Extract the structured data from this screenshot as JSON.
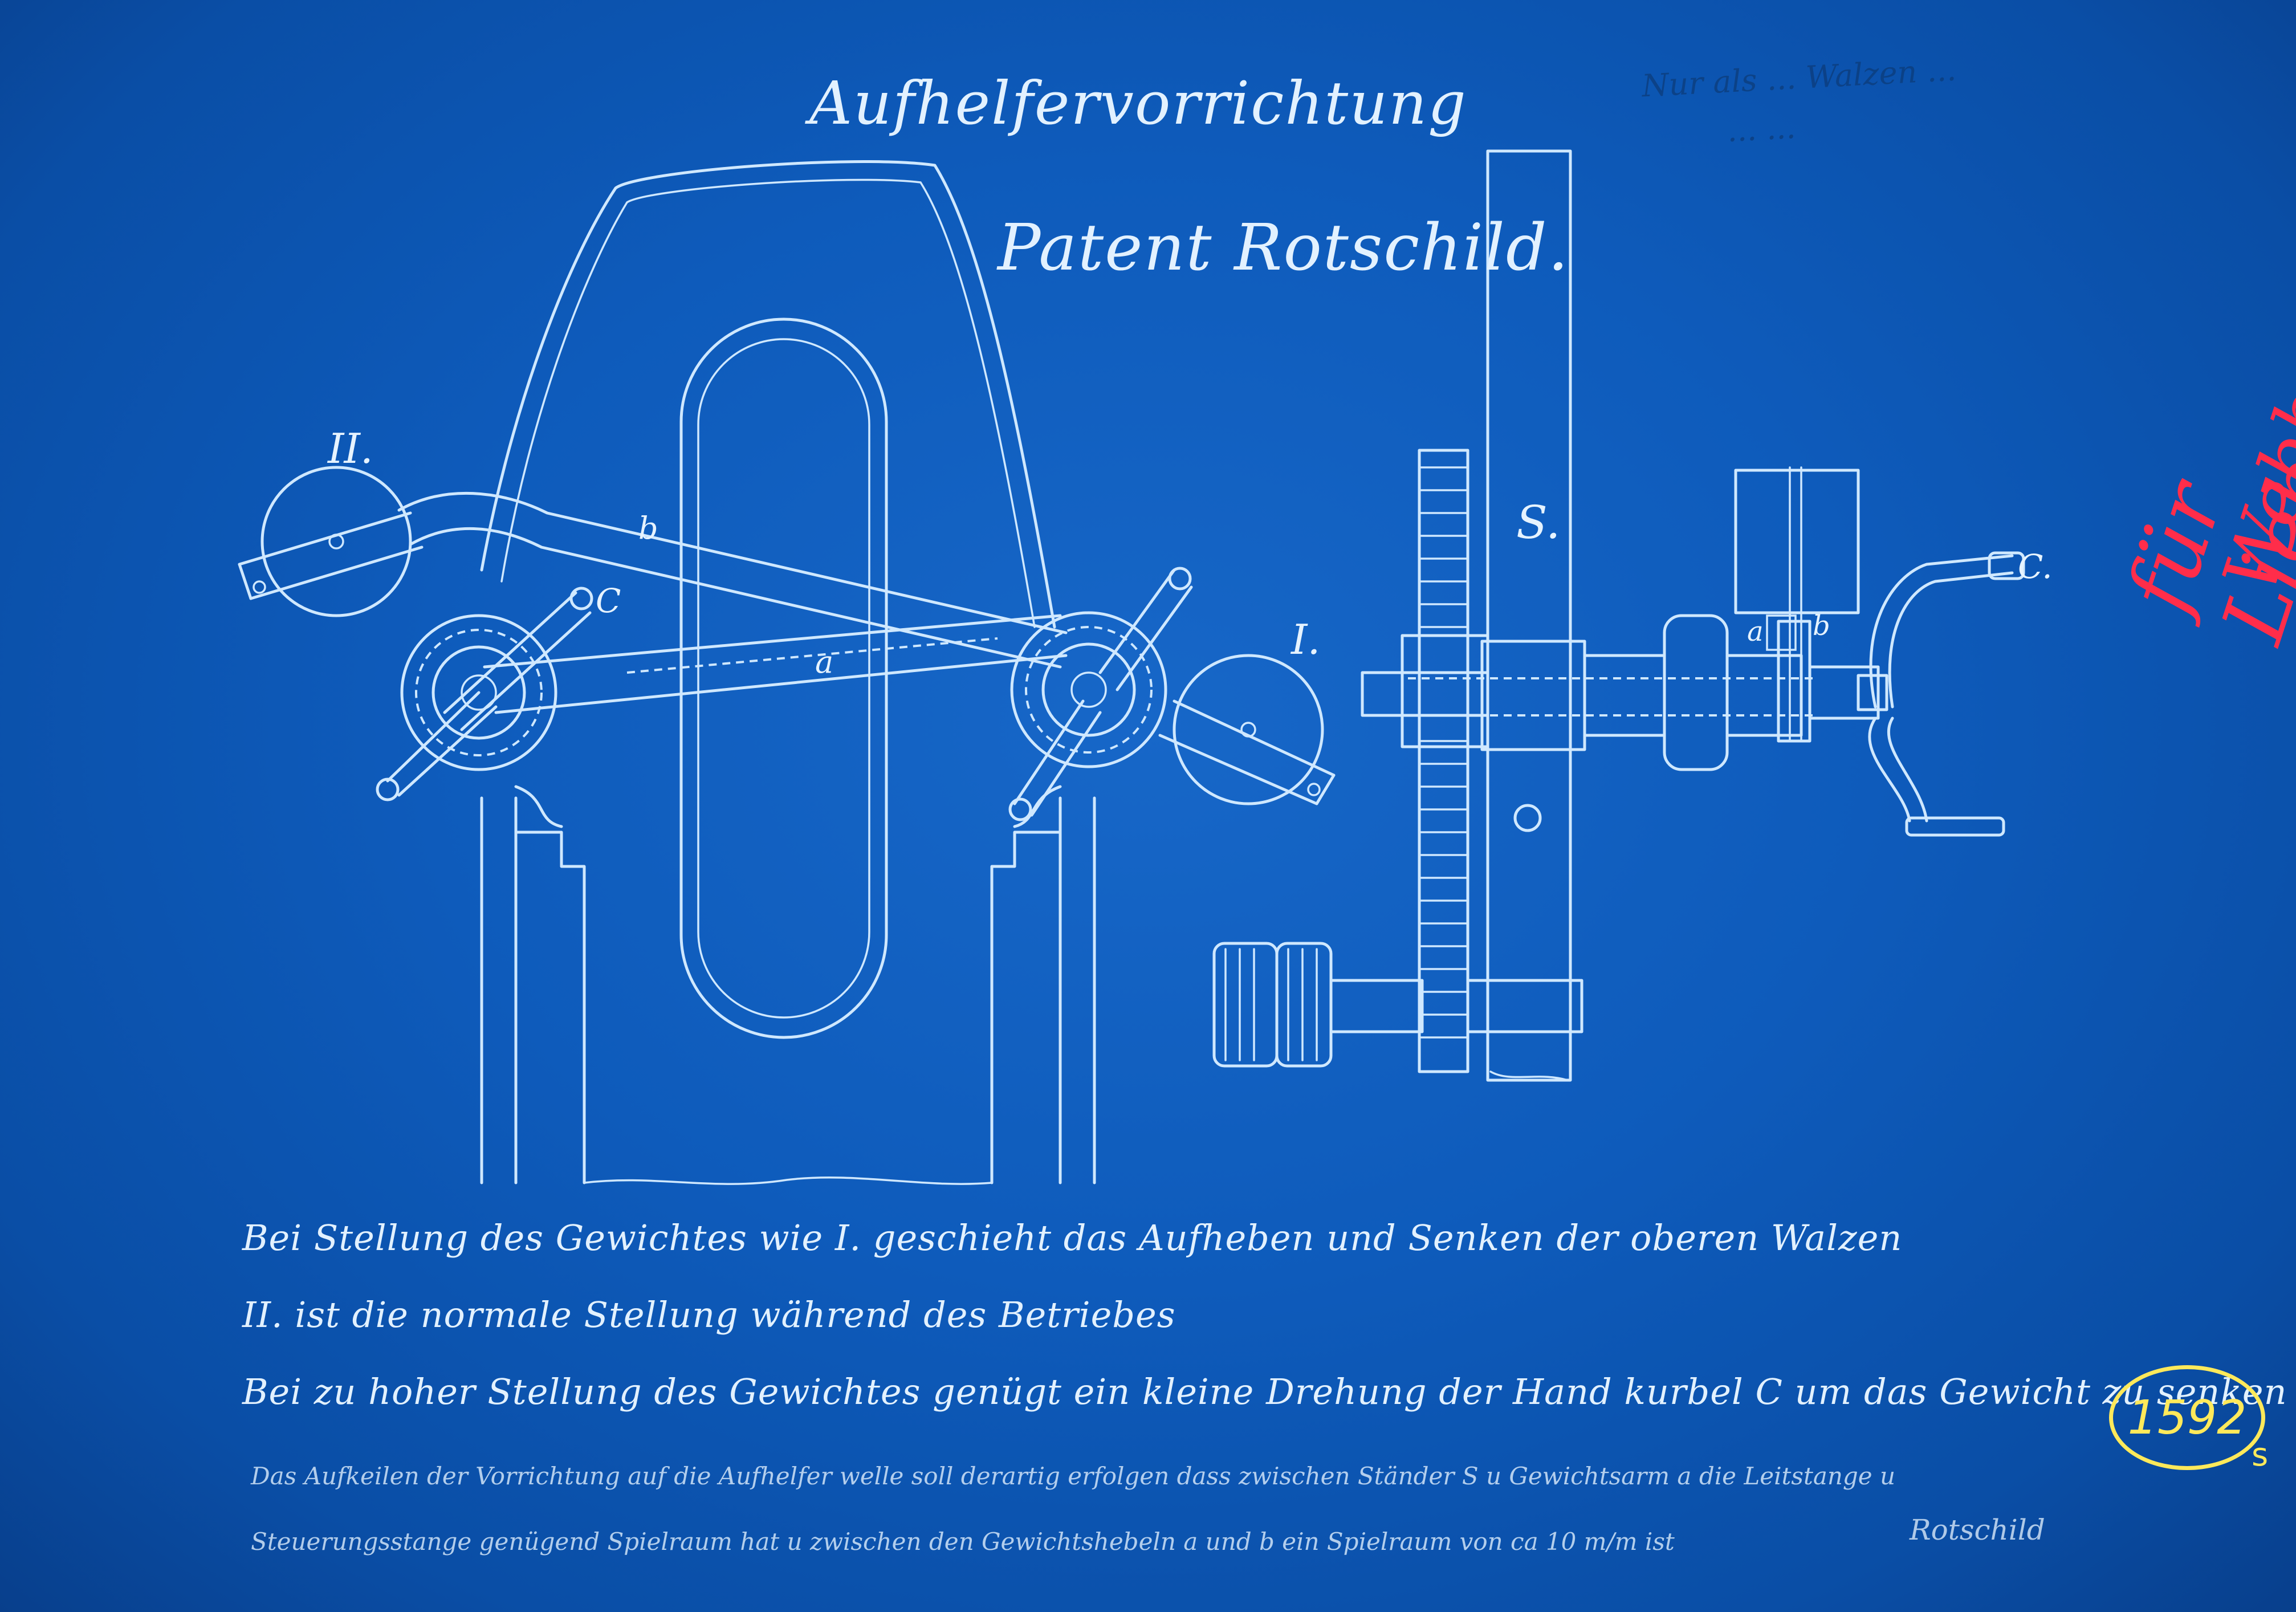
{
  "title": "Aufhelfervorrichtung",
  "subtitle": "Patent Rotschild.",
  "labels": {
    "weight_two": "II.",
    "weight_one": "I.",
    "lever_b": "b",
    "lever_a": "a",
    "crank_c_left": "C",
    "crank_c_right": "C.",
    "stand_s": "S.",
    "side_a": "a",
    "side_b": "b"
  },
  "notes": [
    "Bei Stellung des Gewichtes wie I. geschieht das Aufheben und Senken der oberen Walzen",
    "II. ist die normale Stellung während des Betriebes",
    "Bei zu hoher Stellung des Gewichtes genügt ein kleine Drehung der Hand kurbel C um das Gewicht zu senken",
    "Das Aufkeilen der Vorrichtung auf die Aufhelfer welle soll derartig erfolgen dass zwischen Ständer S u Gewichtsarm a die Leitstange u",
    "Steuerungsstange genügend Spielraum hat u zwischen den Gewichtshebeln a und b ein Spielraum von ca 10 m/m ist"
  ],
  "signature": "Rotschild",
  "stamp": {
    "number": "1592",
    "suffix": "s"
  },
  "corner_note": [
    "Nur als ... Walzen ...",
    "... ..."
  ],
  "red_annotation": [
    "für Liebensteiner",
    "Webb..."
  ],
  "colors": {
    "paper": "#0e5bbb",
    "ink": "#cfe8ff",
    "stamp": "#ffe95a",
    "red_pencil": "#ff2d4a"
  }
}
